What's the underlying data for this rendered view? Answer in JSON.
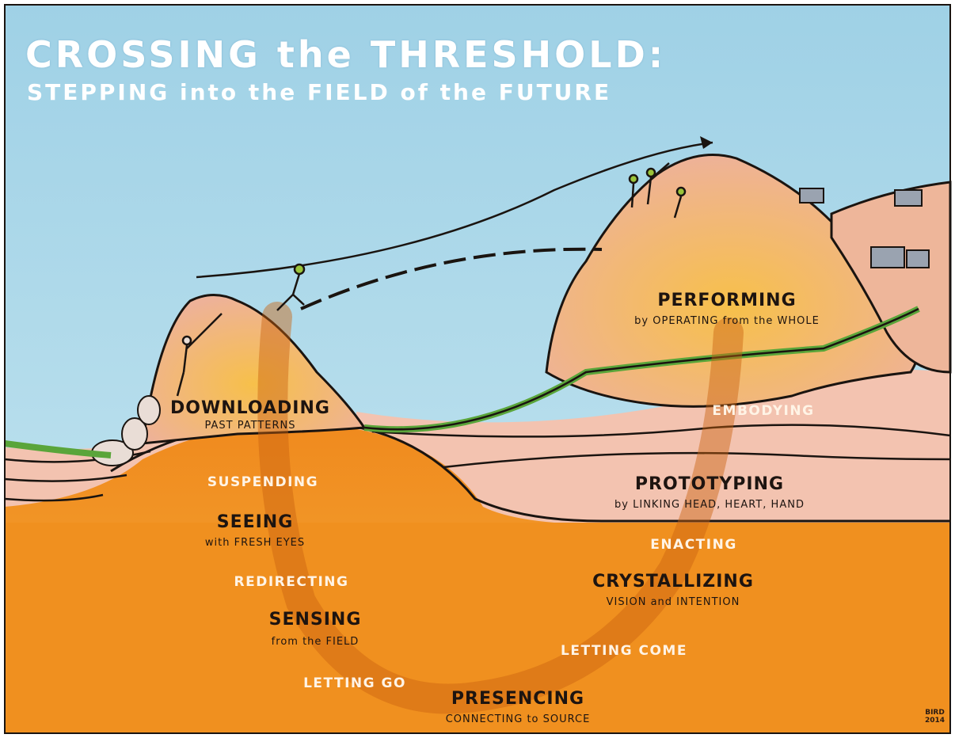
{
  "title": {
    "line1": "CROSSING the THRESHOLD:",
    "line2": "STEPPING into the FIELD of the FUTURE"
  },
  "stages": {
    "downloading": {
      "main": "DOWNLOADING",
      "sub": "PAST PATTERNS"
    },
    "seeing": {
      "main": "SEEING",
      "sub": "with FRESH EYES"
    },
    "sensing": {
      "main": "SENSING",
      "sub": "from the FIELD"
    },
    "presencing": {
      "main": "PRESENCING",
      "sub": "CONNECTING to SOURCE"
    },
    "crystallizing": {
      "main": "CRYSTALLIZING",
      "sub": "VISION and INTENTION"
    },
    "prototyping": {
      "main": "PROTOTYPING",
      "sub": "by LINKING HEAD, HEART, HAND"
    },
    "performing": {
      "main": "PERFORMING",
      "sub": "by OPERATING from the WHOLE"
    }
  },
  "transitions": {
    "suspending": "SUSPENDING",
    "redirecting": "REDIRECTING",
    "letting_go": "LETTING GO",
    "letting_come": "LETTING COME",
    "enacting": "ENACTING",
    "embodying": "EMBODYING"
  },
  "signature": {
    "name": "BIRD",
    "year": "2014"
  },
  "colors": {
    "sky": "#a9d6e8",
    "rock": "#eeb69a",
    "earth_orange": "#f28a1c",
    "earth_deep": "#e4690f",
    "strata": "#f3c6b4",
    "grass": "#5aa53a",
    "outline": "#1a1410"
  }
}
